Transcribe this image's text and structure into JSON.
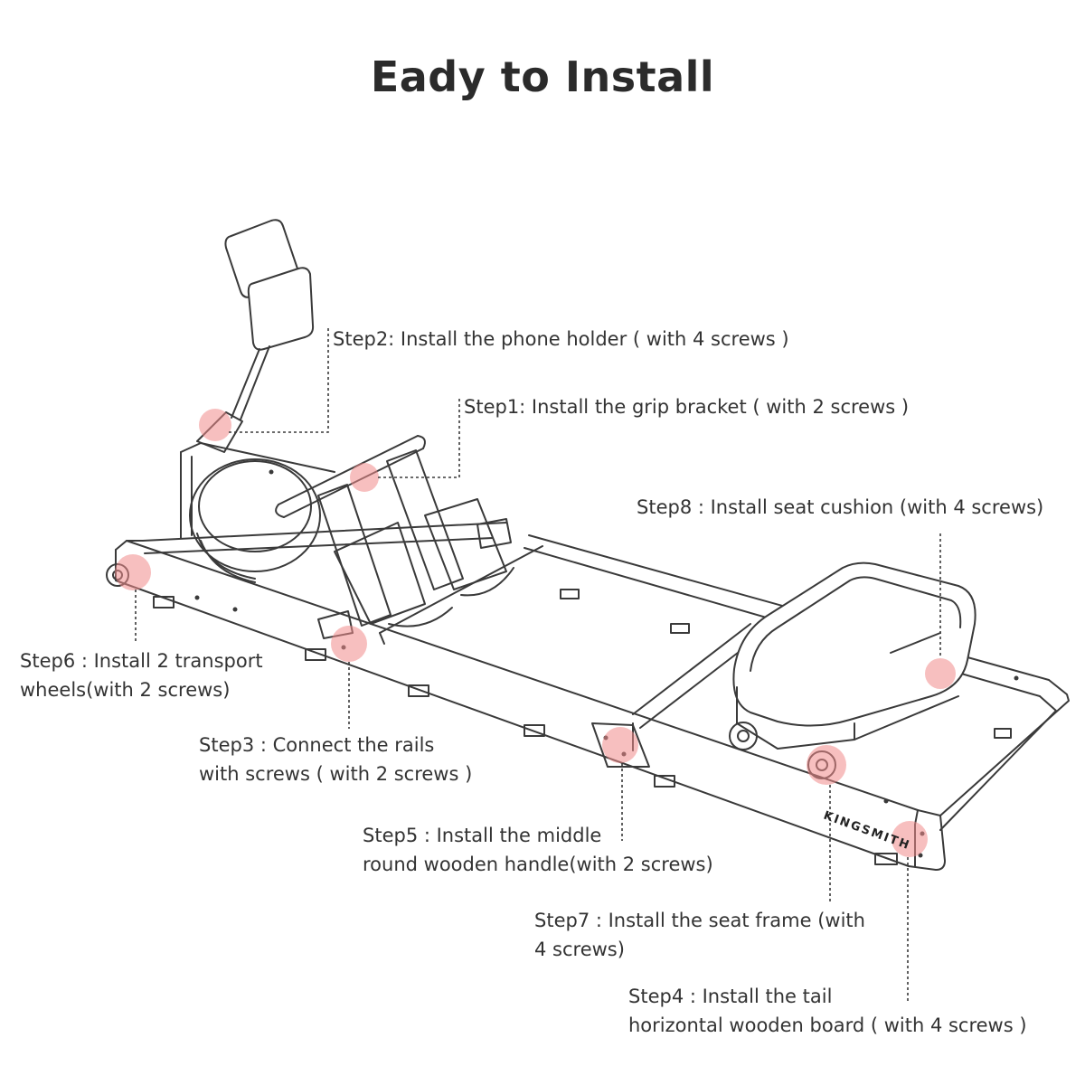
{
  "title": "Eady to Install",
  "brand": "KINGSMITH",
  "highlight_color": "#f08a8a",
  "line_color": "#3a3a3a",
  "steps": [
    {
      "id": "step2",
      "lines": [
        "Step2: Install the phone holder ( with 4 screws )"
      ]
    },
    {
      "id": "step1",
      "lines": [
        "Step1: Install the grip bracket ( with 2 screws )"
      ]
    },
    {
      "id": "step8",
      "lines": [
        "Step8 : Install seat cushion (with 4 screws)"
      ]
    },
    {
      "id": "step6",
      "lines": [
        "Step6 : Install 2 transport",
        "wheels(with 2 screws)"
      ]
    },
    {
      "id": "step3",
      "lines": [
        "Step3 : Connect the rails",
        "with screws ( with 2 screws )"
      ]
    },
    {
      "id": "step5",
      "lines": [
        "Step5 : Install the middle",
        "round wooden handle(with 2 screws)"
      ]
    },
    {
      "id": "step7",
      "lines": [
        "Step7 : Install the seat frame (with",
        "4 screws)"
      ]
    },
    {
      "id": "step4",
      "lines": [
        "Step4 : Install the tail",
        "horizontal wooden board ( with 4 screws )"
      ]
    }
  ]
}
